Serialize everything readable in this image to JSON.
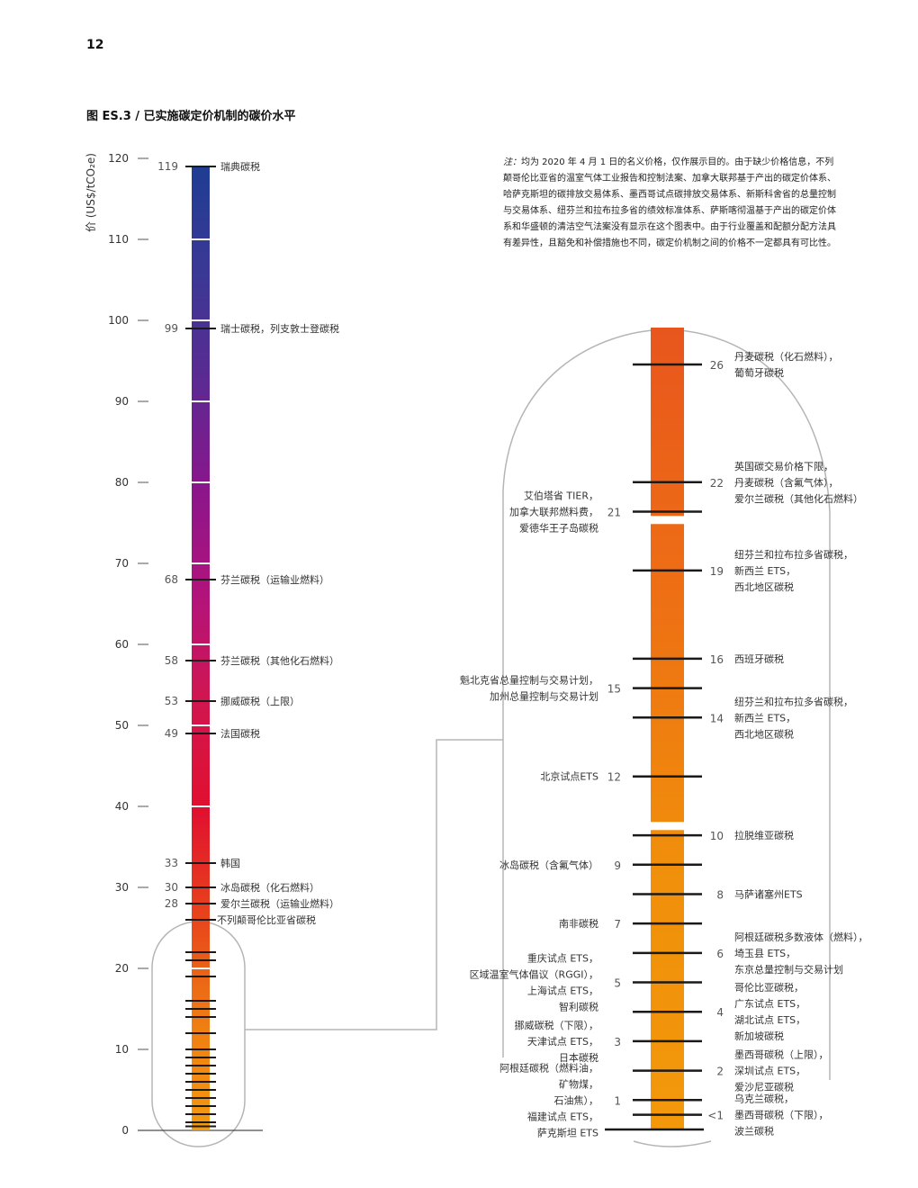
{
  "page": {
    "number": "12"
  },
  "figure": {
    "title": "图 ES.3 / 已实施碳定价机制的碳价水平"
  },
  "note": {
    "lead": "注：",
    "text": "均为 2020 年 4 月 1 日的名义价格，仅作展示目的。由于缺少价格信息，不列颠哥伦比亚省的温室气体工业报告和控制法案、加拿大联邦基于产出的碳定价体系、哈萨克斯坦的碳排放交易体系、墨西哥试点碳排放交易体系、新斯科舍省的总量控制与交易体系、纽芬兰和拉布拉多省的绩效标准体系、萨斯喀彻温基于产出的碳定价体系和华盛顿的清洁空气法案没有显示在这个图表中。由于行业覆盖和配额分配方法具有差异性，且豁免和补偿措施也不同，碳定价机制之间的价格不一定都具有可比性。"
  },
  "colors": {
    "main_gradient": [
      "#f39a0f",
      "#ef7d13",
      "#e8441c",
      "#e0102f",
      "#d1164f",
      "#b2137b",
      "#8a168b",
      "#5b2a92",
      "#3b3895",
      "#1f3d93"
    ],
    "zoom_gradient": [
      "#f3980b",
      "#f08f0b",
      "#ee6f14",
      "#e8561d"
    ],
    "tick": "#1a1a1a",
    "callout_line": "#b5b5b5"
  },
  "chart_data": [
    {
      "type": "bar",
      "ylabel": "价 (US$/tCO₂e)",
      "ylim": [
        0,
        120
      ],
      "yticks": [
        0,
        10,
        20,
        30,
        40,
        50,
        60,
        70,
        80,
        90,
        100,
        110,
        120
      ],
      "labeled_points": [
        {
          "value": 119,
          "value_label": "119",
          "label": "瑞典碳税"
        },
        {
          "value": 99,
          "value_label": "99",
          "label": "瑞士碳税，列支敦士登碳税"
        },
        {
          "value": 68,
          "value_label": "68",
          "label": "芬兰碳税（运输业燃料）"
        },
        {
          "value": 58,
          "value_label": "58",
          "label": "芬兰碳税（其他化石燃料）"
        },
        {
          "value": 53,
          "value_label": "53",
          "label": "挪威碳税（上限）"
        },
        {
          "value": 49,
          "value_label": "49",
          "label": "法国碳税"
        },
        {
          "value": 33,
          "value_label": "33",
          "label": "韩国"
        },
        {
          "value": 30,
          "value_label": "30",
          "label": "冰岛碳税（化石燃料）"
        },
        {
          "value": 28,
          "value_label": "28",
          "label": "爱尔兰碳税（运输业燃料）"
        },
        {
          "value": 26,
          "value_label": "",
          "label": "不列颠哥伦比亚省碳税"
        }
      ],
      "unlabeled_ticks": [
        22,
        21,
        19,
        16,
        15,
        14,
        12,
        10,
        9,
        8,
        7,
        6,
        5,
        4,
        3,
        2,
        1,
        0.5
      ]
    },
    {
      "type": "bar",
      "title": "",
      "ylim": [
        0,
        28
      ],
      "points": [
        {
          "value": 26,
          "value_label": "26",
          "side": "right",
          "label": "丹麦碳税（化石燃料），葡萄牙碳税"
        },
        {
          "value": 22,
          "value_label": "22",
          "side": "right",
          "label": "英国碳交易价格下限，丹麦碳税（含氟气体），爱尔兰碳税（其他化石燃料）"
        },
        {
          "value": 21,
          "value_label": "21",
          "side": "left",
          "label": "艾伯塔省 TIER，加拿大联邦燃料费，爱德华王子岛碳税"
        },
        {
          "value": 19,
          "value_label": "19",
          "side": "right",
          "label": "纽芬兰和拉布拉多省碳税，新西兰 ETS，西北地区碳税"
        },
        {
          "value": 16,
          "value_label": "16",
          "side": "right",
          "label": "西班牙碳税"
        },
        {
          "value": 15,
          "value_label": "15",
          "side": "left",
          "label": "魁北克省总量控制与交易计划，加州总量控制与交易计划"
        },
        {
          "value": 14,
          "value_label": "14",
          "side": "right",
          "label": "纽芬兰和拉布拉多省碳税，新西兰 ETS，西北地区碳税"
        },
        {
          "value": 12,
          "value_label": "12",
          "side": "left",
          "label": "北京试点ETS"
        },
        {
          "value": 10,
          "value_label": "10",
          "side": "right",
          "label": "拉脱维亚碳税"
        },
        {
          "value": 9,
          "value_label": "9",
          "side": "left",
          "label": "冰岛碳税（含氟气体）"
        },
        {
          "value": 8,
          "value_label": "8",
          "side": "right",
          "label": "马萨诸塞州ETS"
        },
        {
          "value": 7,
          "value_label": "7",
          "side": "left",
          "label": "南非碳税"
        },
        {
          "value": 6,
          "value_label": "6",
          "side": "right",
          "label": "阿根廷碳税多数液体（燃料），埼玉县 ETS，东京总量控制与交易计划"
        },
        {
          "value": 5,
          "value_label": "5",
          "side": "left",
          "label": "重庆试点 ETS，区域温室气体倡议（RGGI），上海试点 ETS，智利碳税"
        },
        {
          "value": 4,
          "value_label": "4",
          "side": "right",
          "label": "哥伦比亚碳税，广东试点 ETS，湖北试点 ETS，新加坡碳税"
        },
        {
          "value": 3,
          "value_label": "3",
          "side": "left",
          "label": "挪威碳税（下限），天津试点 ETS，日本碳税"
        },
        {
          "value": 2,
          "value_label": "2",
          "side": "right",
          "label": "墨西哥碳税（上限），深圳试点 ETS，爱沙尼亚碳税"
        },
        {
          "value": 1,
          "value_label": "1",
          "side": "left",
          "label": "阿根廷碳税（燃料油，矿物煤，石油焦），福建试点 ETS，萨克斯坦 ETS"
        },
        {
          "value": 0.5,
          "value_label": "<1",
          "side": "right",
          "label": "乌克兰碳税，墨西哥碳税（下限），波兰碳税"
        }
      ]
    }
  ]
}
